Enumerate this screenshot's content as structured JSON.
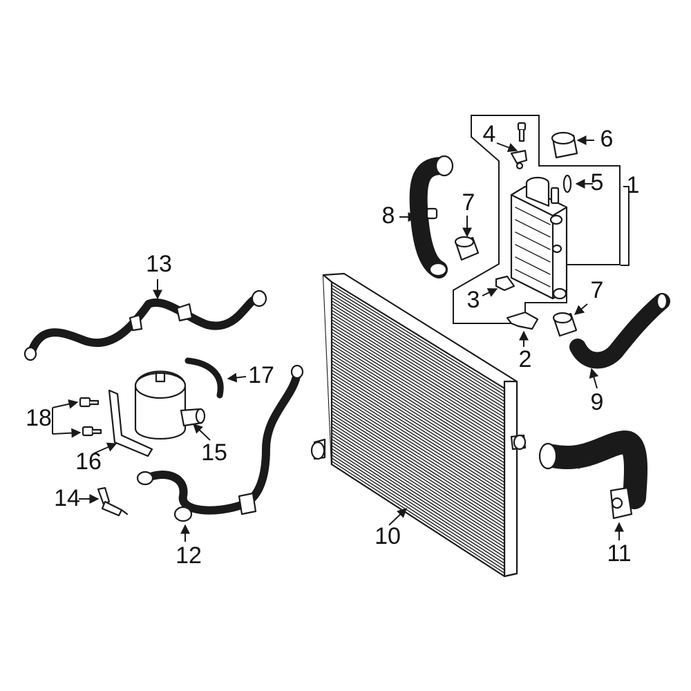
{
  "colors": {
    "highlight": "#2f3fd2",
    "line": "#1a1a1a",
    "background": "#ffffff"
  },
  "callouts": [
    {
      "id": "1",
      "label": "1"
    },
    {
      "id": "2",
      "label": "2"
    },
    {
      "id": "3",
      "label": "3"
    },
    {
      "id": "4",
      "label": "4"
    },
    {
      "id": "5",
      "label": "5"
    },
    {
      "id": "6",
      "label": "6"
    },
    {
      "id": "7a",
      "label": "7"
    },
    {
      "id": "7b",
      "label": "7"
    },
    {
      "id": "8",
      "label": "8"
    },
    {
      "id": "9",
      "label": "9"
    },
    {
      "id": "10",
      "label": "10"
    },
    {
      "id": "11",
      "label": "11"
    },
    {
      "id": "12",
      "label": "12"
    },
    {
      "id": "13",
      "label": "13"
    },
    {
      "id": "14",
      "label": "14"
    },
    {
      "id": "15",
      "label": "15"
    },
    {
      "id": "16",
      "label": "16"
    },
    {
      "id": "17",
      "label": "17"
    },
    {
      "id": "18",
      "label": "18"
    }
  ],
  "highlighted_part": "9"
}
